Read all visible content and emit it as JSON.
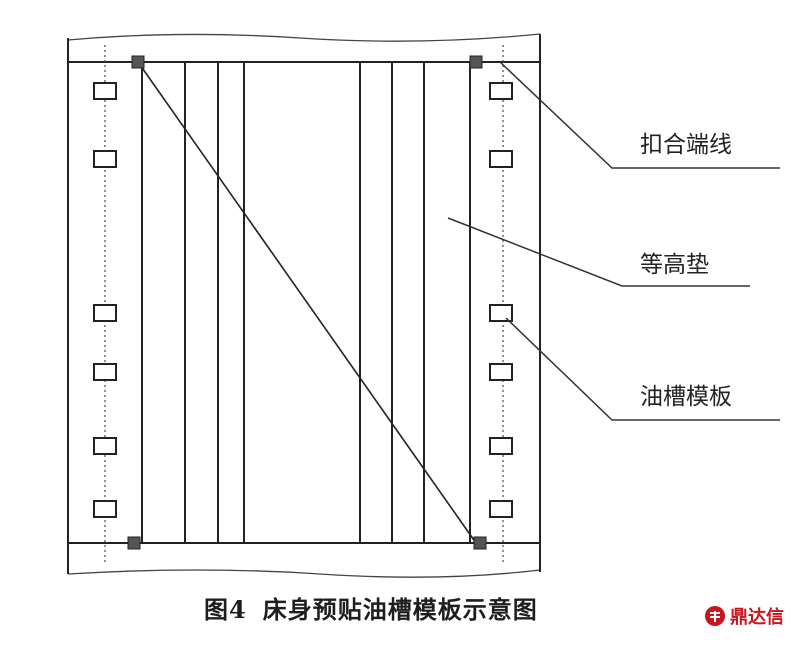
{
  "callouts": {
    "fastening_line": "扣合端线",
    "leveling_pad": "等高垫",
    "groove_template": "油槽模板"
  },
  "caption": {
    "figure_number": "图4",
    "title": "床身预贴油槽模板示意图"
  },
  "watermark": {
    "brand": "鼎达信",
    "brand_color": "#c8161d"
  }
}
